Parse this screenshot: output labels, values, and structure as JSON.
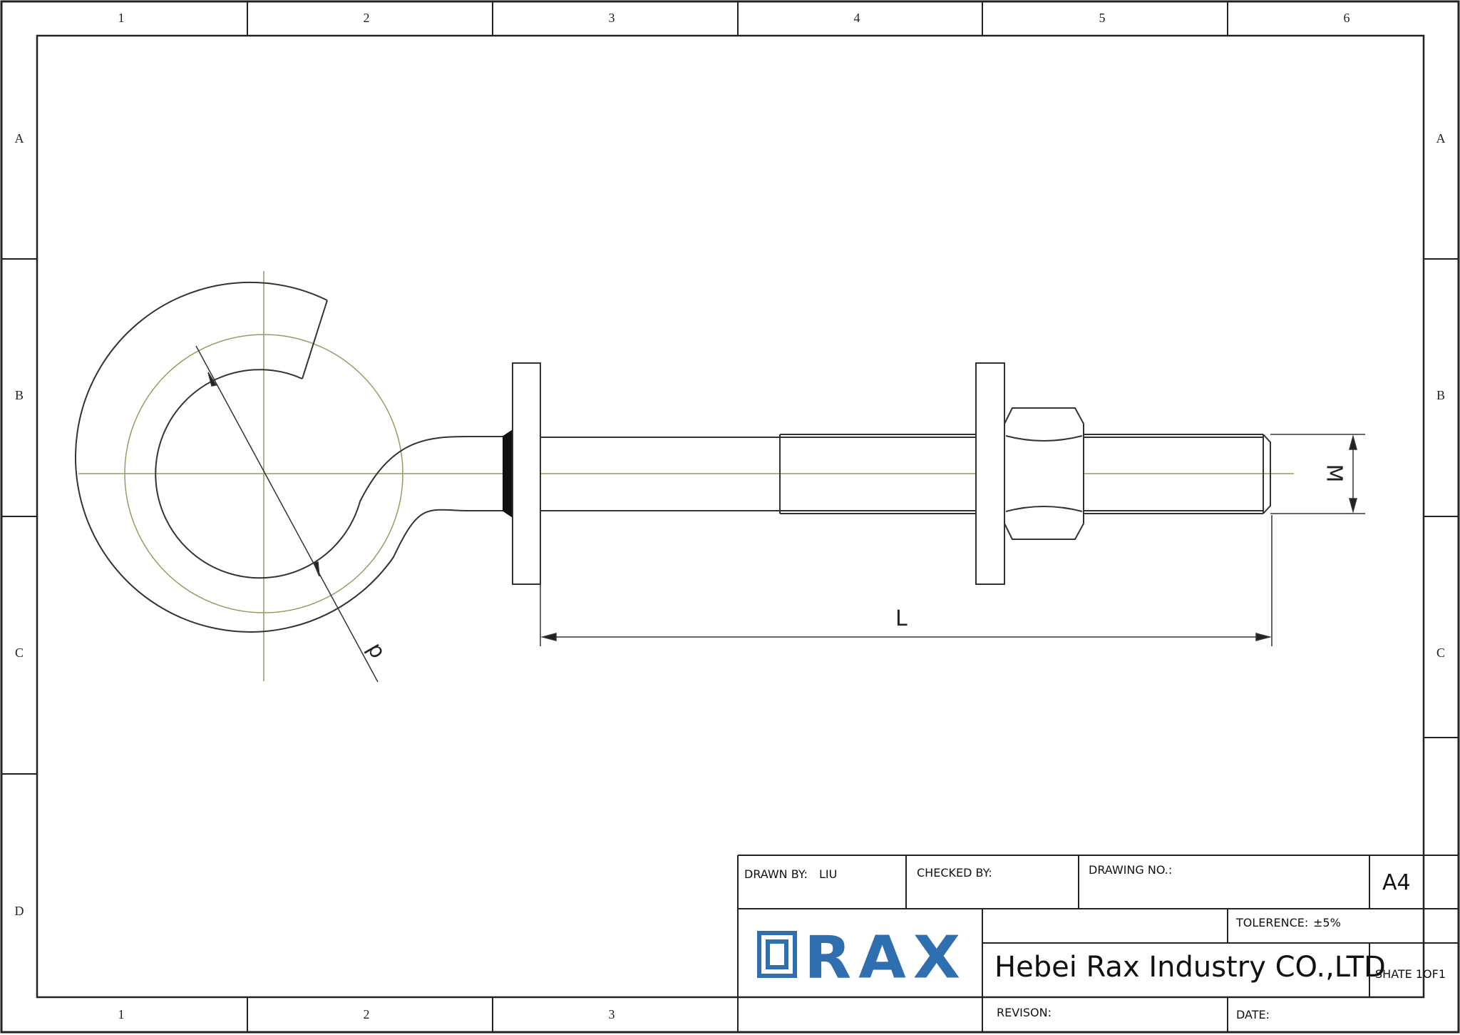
{
  "zones": {
    "columns": [
      "1",
      "2",
      "3",
      "4",
      "5",
      "6"
    ],
    "rows": [
      "A",
      "B",
      "C",
      "D"
    ]
  },
  "dimensions": {
    "length": "L",
    "thread": "M",
    "diameter": "d"
  },
  "title_block": {
    "drawn_by_label": "DRAWN BY:",
    "drawn_by_value": "LIU",
    "checked_by_label": "CHECKED BY:",
    "drawing_no_label": "DRAWING NO.:",
    "paper_size": "A4",
    "tolerance_label": "TOLERENCE:",
    "tolerance_value": "±5%",
    "logo_text": "RAX",
    "company": "Hebei Rax Industry CO.,LTD",
    "sheet": "SHATE 1OF1",
    "revision_label": "REVISON:",
    "date_label": "DATE:"
  },
  "colors": {
    "line": "#333333",
    "centerline": "#9a9a60",
    "logo_blue": "#2f6fb0"
  }
}
